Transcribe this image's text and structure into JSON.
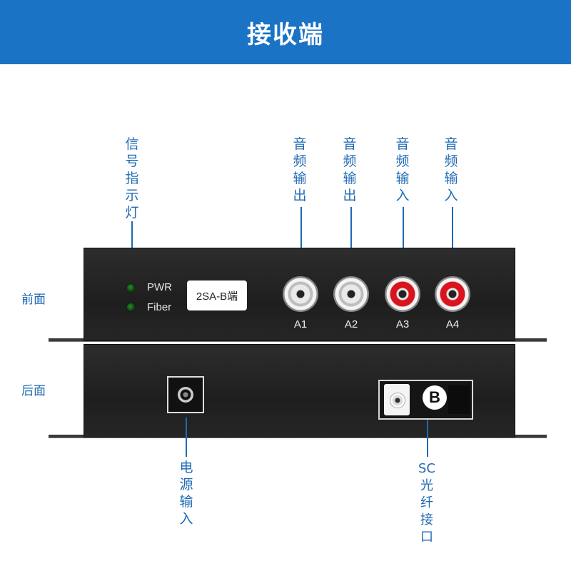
{
  "header": {
    "title": "接收端"
  },
  "callouts": {
    "signal_indicator": "信号指示灯",
    "audio_out_1": "音频输出",
    "audio_out_2": "音频输出",
    "audio_in_3": "音频输入",
    "audio_in_4": "音频输入",
    "power_input": "电源输入",
    "sc_interface": "SC光纤接口"
  },
  "views": {
    "front": "前面",
    "back": "后面"
  },
  "front_panel": {
    "led_pwr": "PWR",
    "led_fiber": "Fiber",
    "model": "2SA-B端",
    "ports": [
      "A1",
      "A2",
      "A3",
      "A4"
    ]
  },
  "back_panel": {
    "sc_badge": "B"
  },
  "colors": {
    "banner": "#1a73c4",
    "callout_text": "#1f6ab3",
    "rca_input_red": "#d9141e"
  }
}
